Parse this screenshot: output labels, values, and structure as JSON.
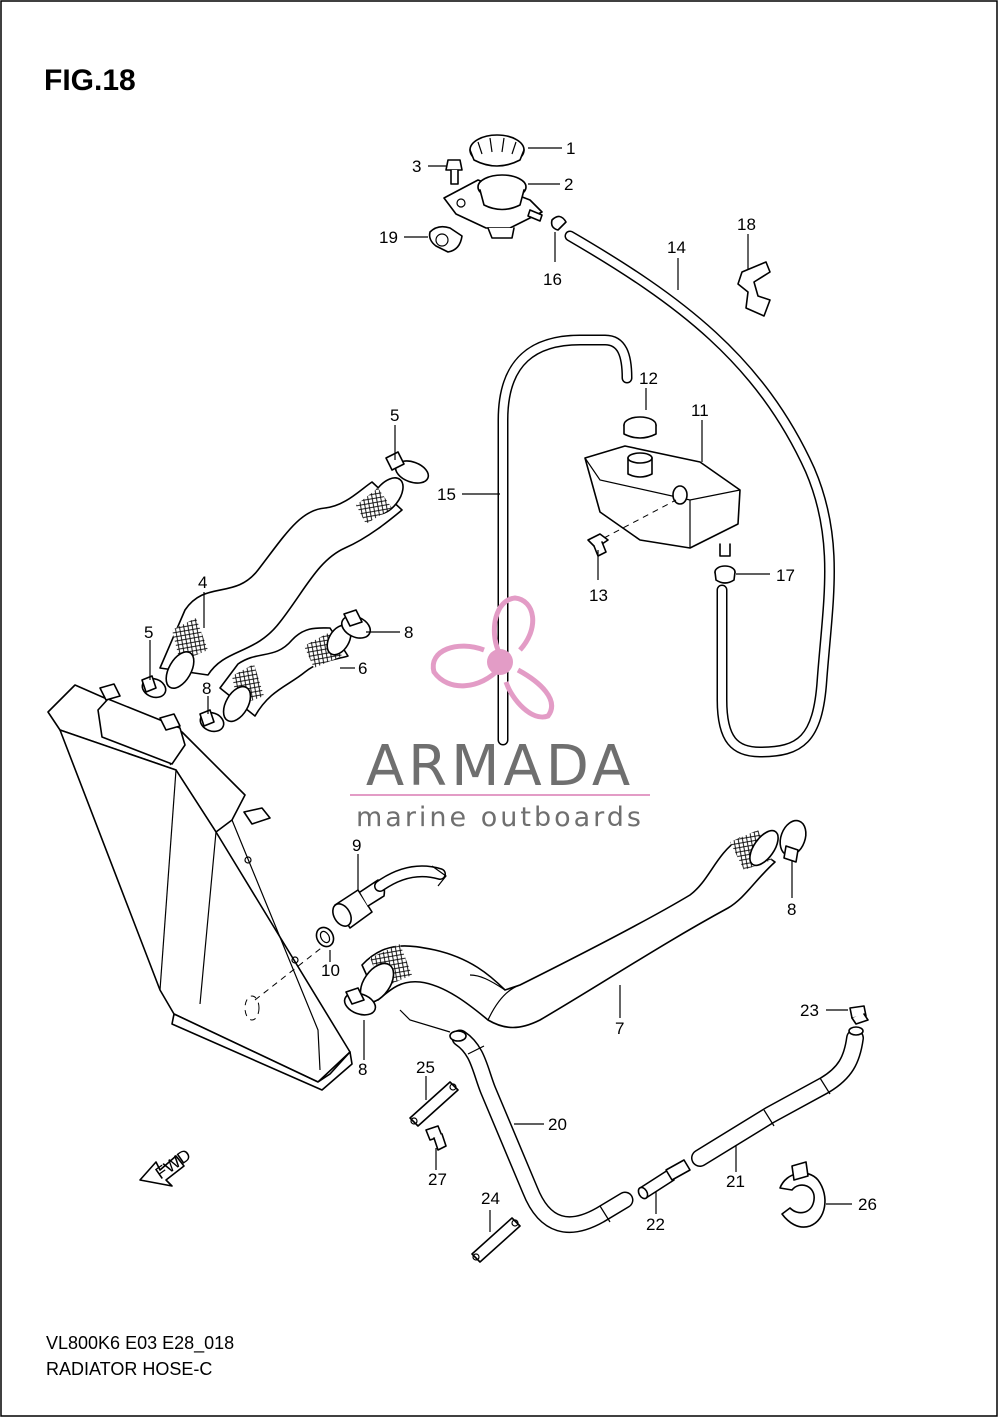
{
  "figure": {
    "title": "FIG.18"
  },
  "footer": {
    "model_code": "VL800K6 E03 E28_018",
    "section_name": "RADIATOR HOSE-C"
  },
  "watermark": {
    "brand": "ARMADA",
    "tagline": "marine outboards",
    "logo_color": "#e39cc6",
    "text_color": "#6f6f6f"
  },
  "direction_marker": {
    "label": "FWD"
  },
  "callouts": [
    {
      "id": "c1",
      "label": "1"
    },
    {
      "id": "c2",
      "label": "2"
    },
    {
      "id": "c3",
      "label": "3"
    },
    {
      "id": "c19",
      "label": "19"
    },
    {
      "id": "c16",
      "label": "16"
    },
    {
      "id": "c14",
      "label": "14"
    },
    {
      "id": "c18",
      "label": "18"
    },
    {
      "id": "c12",
      "label": "12"
    },
    {
      "id": "c11",
      "label": "11"
    },
    {
      "id": "c15",
      "label": "15"
    },
    {
      "id": "c5a",
      "label": "5"
    },
    {
      "id": "c13",
      "label": "13"
    },
    {
      "id": "c17",
      "label": "17"
    },
    {
      "id": "c4",
      "label": "4"
    },
    {
      "id": "c8a",
      "label": "8"
    },
    {
      "id": "c5b",
      "label": "5"
    },
    {
      "id": "c6",
      "label": "6"
    },
    {
      "id": "c8b",
      "label": "8"
    },
    {
      "id": "c9",
      "label": "9"
    },
    {
      "id": "c8c",
      "label": "8"
    },
    {
      "id": "c10",
      "label": "10"
    },
    {
      "id": "c7",
      "label": "7"
    },
    {
      "id": "c8d",
      "label": "8"
    },
    {
      "id": "c23",
      "label": "23"
    },
    {
      "id": "c25",
      "label": "25"
    },
    {
      "id": "c20",
      "label": "20"
    },
    {
      "id": "c27",
      "label": "27"
    },
    {
      "id": "c21",
      "label": "21"
    },
    {
      "id": "c24",
      "label": "24"
    },
    {
      "id": "c22",
      "label": "22"
    },
    {
      "id": "c26",
      "label": "26"
    }
  ]
}
